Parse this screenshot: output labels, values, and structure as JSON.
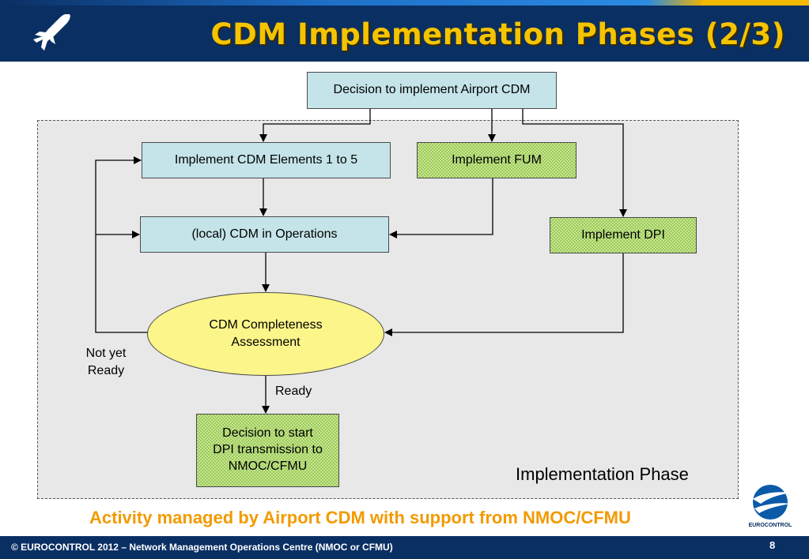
{
  "header": {
    "title": "CDM Implementation Phases (2/3)"
  },
  "diagram": {
    "nodes": {
      "decision_implement": "Decision to implement Airport CDM",
      "implement_elements": "Implement CDM Elements 1 to 5",
      "implement_fum": "Implement FUM",
      "local_cdm": "(local) CDM in Operations",
      "implement_dpi": "Implement DPI",
      "completeness_line1": "CDM Completeness",
      "completeness_line2": "Assessment",
      "start_dpi_line1": "Decision to start",
      "start_dpi_line2": "DPI transmission to",
      "start_dpi_line3": "NMOC/CFMU"
    },
    "labels": {
      "not_yet_line1": "Not yet",
      "not_yet_line2": "Ready",
      "ready": "Ready",
      "phase": "Implementation Phase"
    },
    "colors": {
      "process_box": "#c5e4ea",
      "optional_box": "#9ccb52",
      "assessment": "#fbf58a",
      "phase_area": "#e8e8e8"
    }
  },
  "activity_note": "Activity managed by Airport CDM with support from NMOC/CFMU",
  "footer": {
    "copyright": "© EUROCONTROL 2012 – Network Management Operations Centre (NMOC or CFMU)",
    "page_number": "8"
  },
  "logo": {
    "text": "EUROCONTROL",
    "icon": "eurocontrol-logo-icon"
  },
  "header_icon": "airplane-icon"
}
